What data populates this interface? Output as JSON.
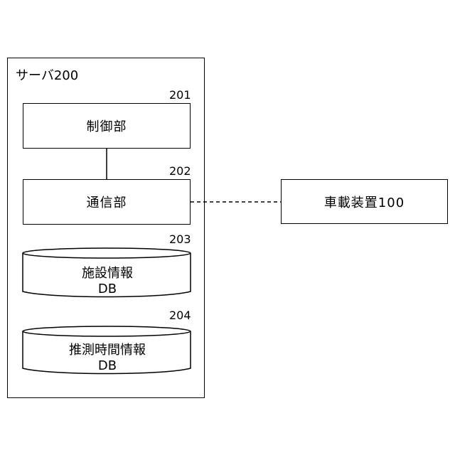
{
  "server": {
    "title": "サーバ200",
    "control": {
      "ref": "201",
      "label": "制御部"
    },
    "comm": {
      "ref": "202",
      "label": "通信部"
    },
    "facility_db": {
      "ref": "203",
      "line1": "施設情報",
      "line2": "DB"
    },
    "time_db": {
      "ref": "204",
      "line1": "推測時間情報",
      "line2": "DB"
    }
  },
  "vehicle": {
    "label": "車載装置100"
  }
}
